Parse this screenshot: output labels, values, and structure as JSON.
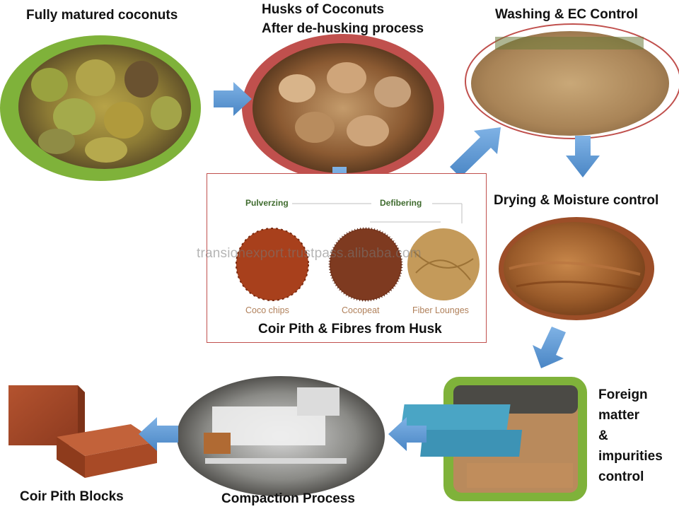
{
  "steps": {
    "coconuts": "Fully matured coconuts",
    "husks_line1": "Husks of Coconuts",
    "husks_line2": "After de-husking process",
    "washing": "Washing & EC Control",
    "drying": "Drying & Moisture control",
    "foreign_1": "Foreign",
    "foreign_2": "matter",
    "foreign_3": "&",
    "foreign_4": "impurities",
    "foreign_5": "control",
    "compaction": "Compaction Process",
    "blocks": "Coir Pith Blocks"
  },
  "inset": {
    "title": "Coir Pith & Fibres from Husk",
    "pulverizing": "Pulverzing",
    "defibering": "Defibering",
    "chips": "Coco chips",
    "peat": "Cocopeat",
    "fiber": "Fiber Lounges"
  },
  "watermark": "transionexport.trustpass.alibaba.com",
  "colors": {
    "green_frame": "#7fb23a",
    "red_frame": "#c0504d",
    "arrow": "#5b9bd5",
    "inset_border": "#c0504d"
  }
}
